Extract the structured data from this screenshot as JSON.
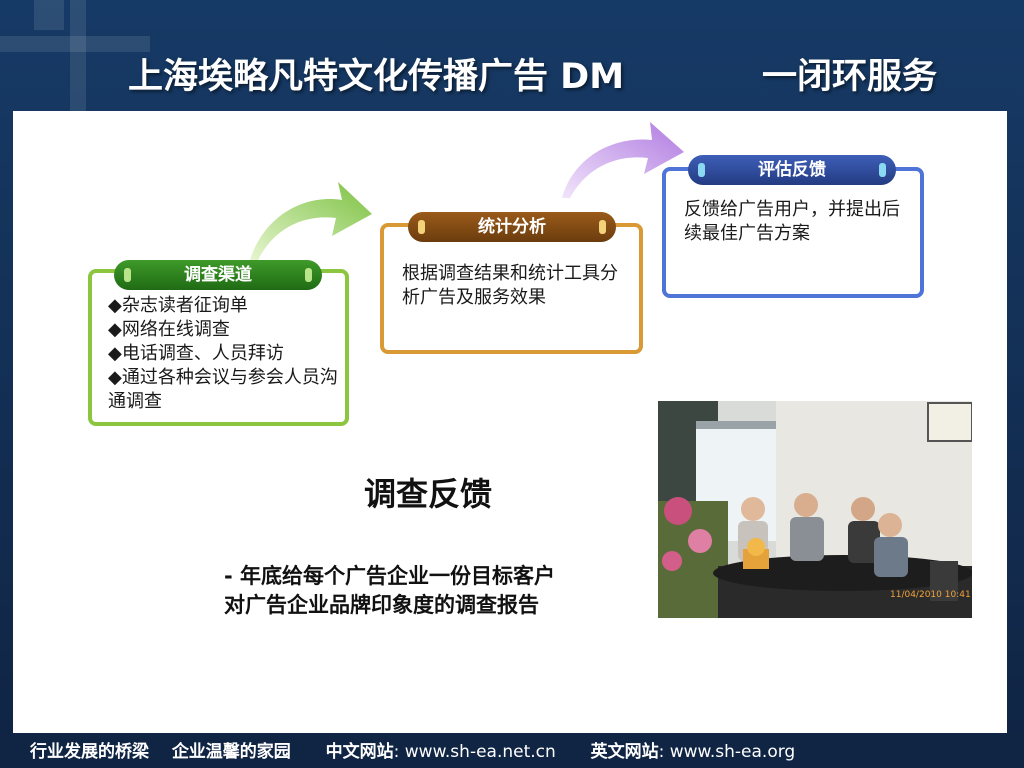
{
  "slide": {
    "title": "上海埃略凡特文化传播广告 DM",
    "title_suffix": "一闭环服务",
    "heading": "调查反馈",
    "summary_line1": "- 年底给每个广告企业一份目标客户",
    "summary_line2": "对广告企业品牌印象度的调查报告"
  },
  "steps": [
    {
      "label": "调查渠道",
      "items": [
        "◆杂志读者征询单",
        "◆网络在线调查",
        "◆电话调查、人员拜访",
        "◆通过各种会议与参会人员沟通调查"
      ]
    },
    {
      "label": "统计分析",
      "text": "根据调查结果和统计工具分析广告及服务效果"
    },
    {
      "label": "评估反馈",
      "text": "反馈给广告用户，并提出后续最佳广告方案"
    }
  ],
  "photo": {
    "timestamp": "11/04/2010 10:41"
  },
  "footer": {
    "slogan1": "行业发展的桥梁",
    "slogan2": "企业温馨的家园",
    "cn_label": "中文网站",
    "cn_url": ": www.sh-ea.net.cn",
    "en_label": "英文网站",
    "en_url": ": www.sh-ea.org"
  },
  "colors": {
    "background": "#132a4e",
    "green": "#8cc63f",
    "orange": "#d99a36",
    "blue": "#4d74d6"
  }
}
